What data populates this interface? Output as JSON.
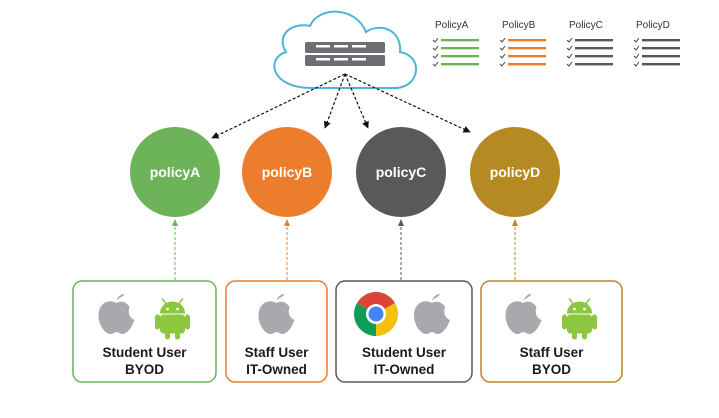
{
  "legend": [
    {
      "label": "PolicyA",
      "color": "#6cb35a"
    },
    {
      "label": "PolicyB",
      "color": "#eb7d2d"
    },
    {
      "label": "PolicyC",
      "color": "#58595b"
    },
    {
      "label": "PolicyD",
      "color": "#555555"
    }
  ],
  "policies": [
    {
      "label": "policyA",
      "color": "#6cb35a"
    },
    {
      "label": "policyB",
      "color": "#eb7d2d"
    },
    {
      "label": "policyC",
      "color": "#58595b"
    },
    {
      "label": "policyD",
      "color": "#b58a22"
    }
  ],
  "users": [
    {
      "line1": "Student User",
      "line2": "BYOD",
      "border": "#6cb35a",
      "icons": [
        "apple-icon",
        "android-icon"
      ]
    },
    {
      "line1": "Staff User",
      "line2": "IT-Owned",
      "border": "#eb7d2d",
      "icons": [
        "apple-icon"
      ]
    },
    {
      "line1": "Student User",
      "line2": "IT-Owned",
      "border": "#58595b",
      "icons": [
        "chrome-icon",
        "apple-icon"
      ]
    },
    {
      "line1": "Staff User",
      "line2": "BYOD",
      "border": "#b58a22",
      "icons": [
        "apple-icon",
        "android-icon"
      ]
    }
  ],
  "colors": {
    "cloud_stroke": "#4fb3d6",
    "server_fill": "#6d6e71",
    "apple_gray": "#a7a9ac",
    "android_green": "#8dc63f",
    "arrow": "#111111"
  }
}
